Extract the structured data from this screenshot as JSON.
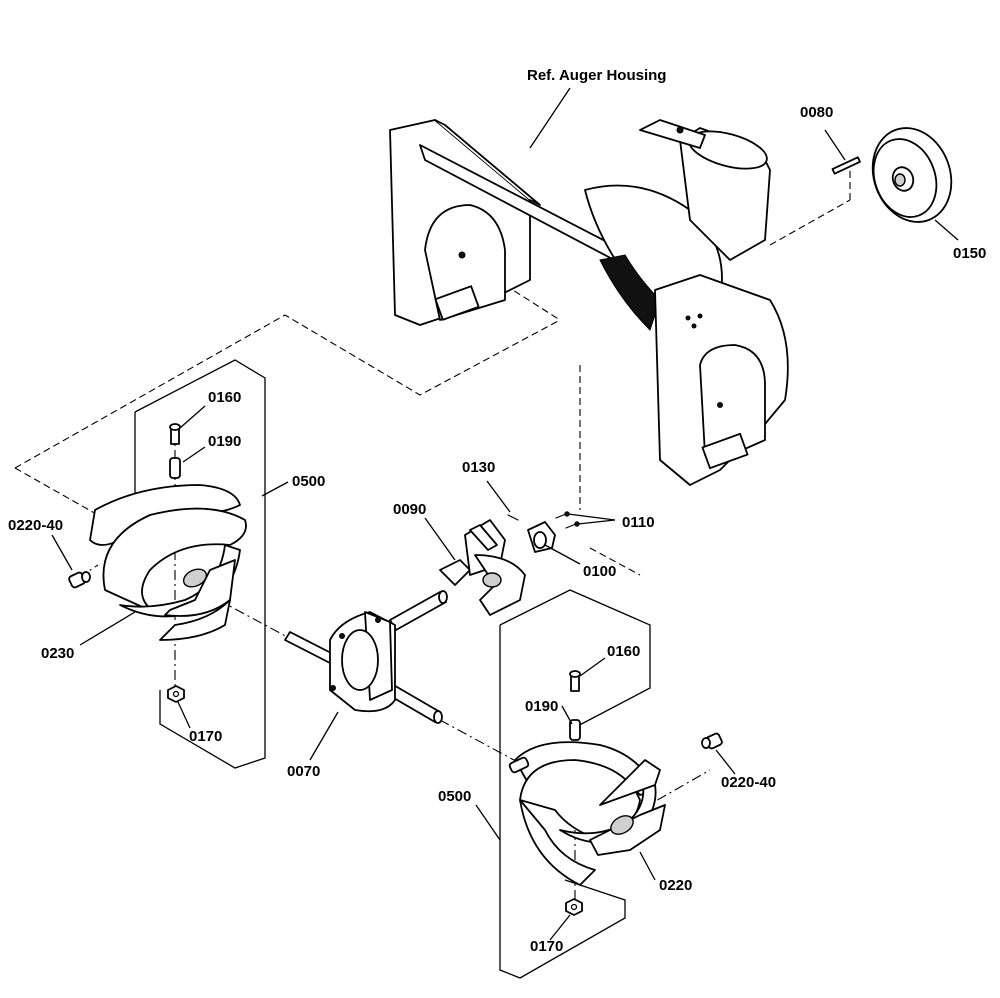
{
  "labels": {
    "ref_auger_housing": "Ref. Auger Housing",
    "p0080": "0080",
    "p0150": "0150",
    "p0160_left": "0160",
    "p0190_left": "0190",
    "p0500_left": "0500",
    "p0220_40_left": "0220-40",
    "p0230": "0230",
    "p0170_left": "0170",
    "p0130": "0130",
    "p0110": "0110",
    "p0090": "0090",
    "p0100": "0100",
    "p0070": "0070",
    "p0160_right": "0160",
    "p0190_right": "0190",
    "p0220_40_right": "0220-40",
    "p0500_right": "0500",
    "p0220": "0220",
    "p0170_right": "0170"
  }
}
